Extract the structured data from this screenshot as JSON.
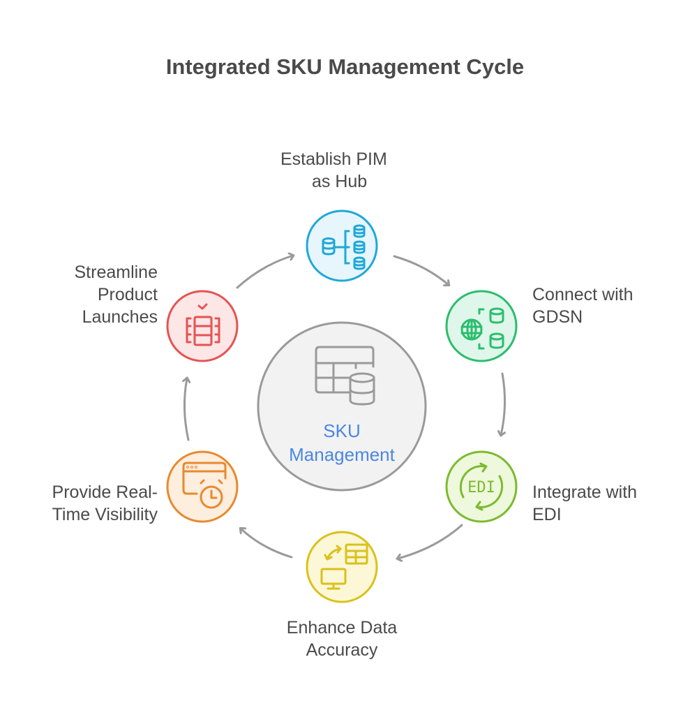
{
  "title": "Integrated SKU Management Cycle",
  "center": {
    "line1": "SKU",
    "line2": "Management",
    "icon": "table-database-icon",
    "fill": "#f2f2f2",
    "stroke": "#9a9a9a",
    "text_color": "#4b87e0"
  },
  "steps": [
    {
      "line1": "Establish PIM",
      "line2": "as Hub",
      "icon": "database-hierarchy-icon",
      "fill": "#e6f6fc",
      "stroke": "#1fa8d8"
    },
    {
      "line1": "Connect with",
      "line2": "GDSN",
      "icon": "globe-database-icon",
      "fill": "#dff7ea",
      "stroke": "#2bbd6e"
    },
    {
      "line1": "Integrate with",
      "line2": "EDI",
      "icon": "edi-sync-icon",
      "fill": "#eef8dc",
      "stroke": "#7cba2f"
    },
    {
      "line1": "Enhance Data",
      "line2": "Accuracy",
      "icon": "monitor-table-sync-icon",
      "fill": "#fcf7d6",
      "stroke": "#d9c21a"
    },
    {
      "line1": "Provide Real-",
      "line2": "Time Visibility",
      "icon": "window-clock-icon",
      "fill": "#fdeede",
      "stroke": "#e8892f"
    },
    {
      "line1": "Streamline",
      "line2": "Product",
      "line3": "Launches",
      "icon": "server-check-icon",
      "fill": "#fde6e6",
      "stroke": "#e55353"
    }
  ],
  "arrow_color": "#9a9a9a"
}
